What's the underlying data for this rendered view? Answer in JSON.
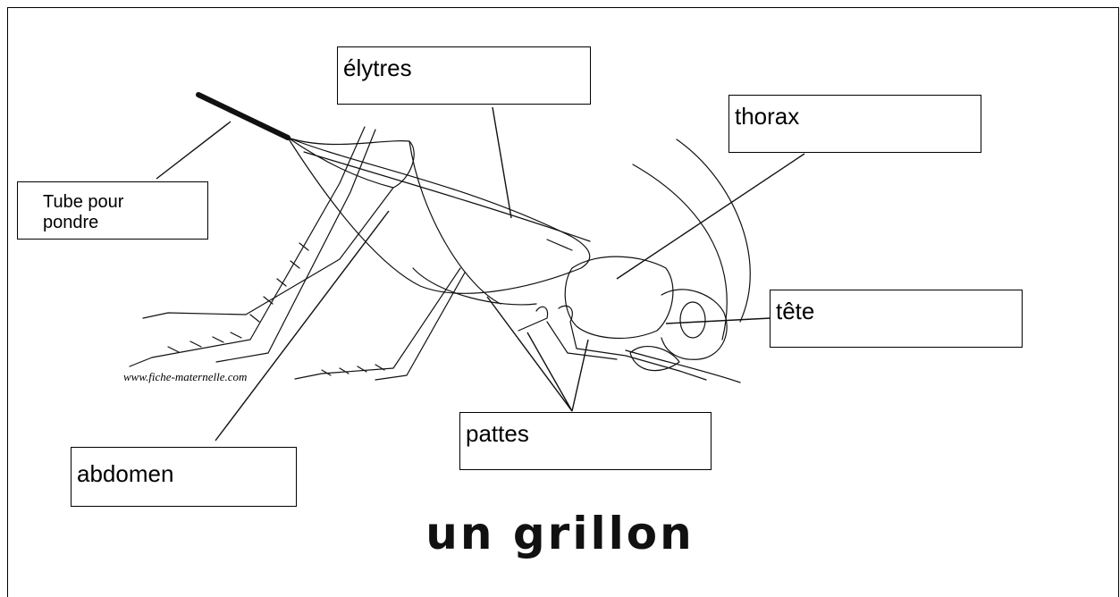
{
  "title": "un grillon",
  "watermark": "www.fiche-maternelle.com",
  "labels": {
    "elytres": "élytres",
    "thorax": "thorax",
    "tube": "Tube pour pondre",
    "tete": "tête",
    "pattes": "pattes",
    "abdomen": "abdomen"
  }
}
